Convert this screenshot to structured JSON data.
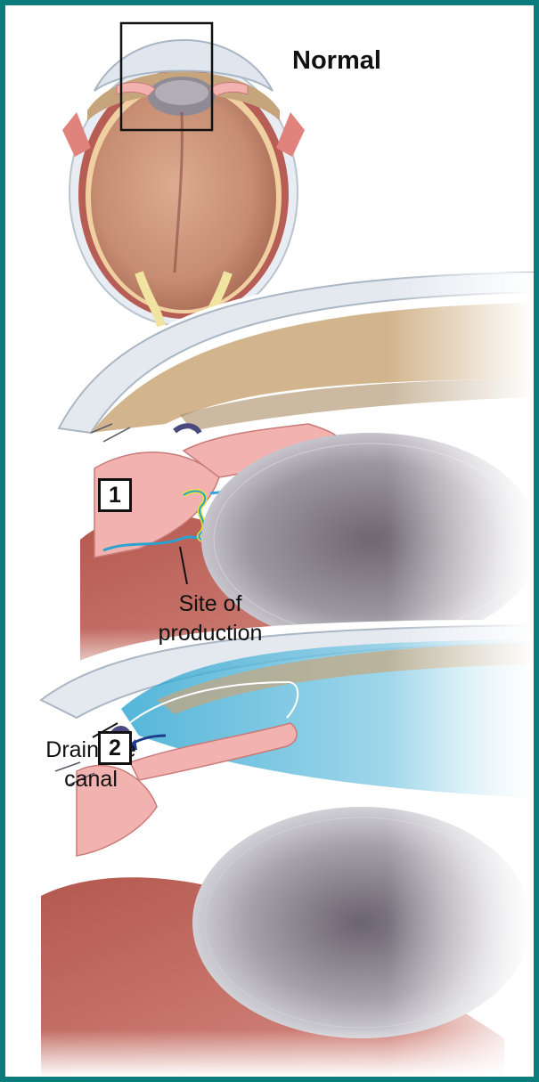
{
  "labels": {
    "normal": "Normal",
    "site_of_production_line1": "Site of",
    "site_of_production_line2": "production",
    "drainage_canal_line1": "Drainage",
    "drainage_canal_line2": "canal"
  },
  "steps": {
    "step1": "1",
    "step2": "2"
  },
  "colors": {
    "frame": "#0b7c7c",
    "sclera": "#dfe6ee",
    "vitreous": "#c68d72",
    "iris_tissue": "#f2b2b0",
    "aqueous_fluid": "#4fb6d8",
    "lens": "#8a8690",
    "muscle": "#c0605a"
  }
}
